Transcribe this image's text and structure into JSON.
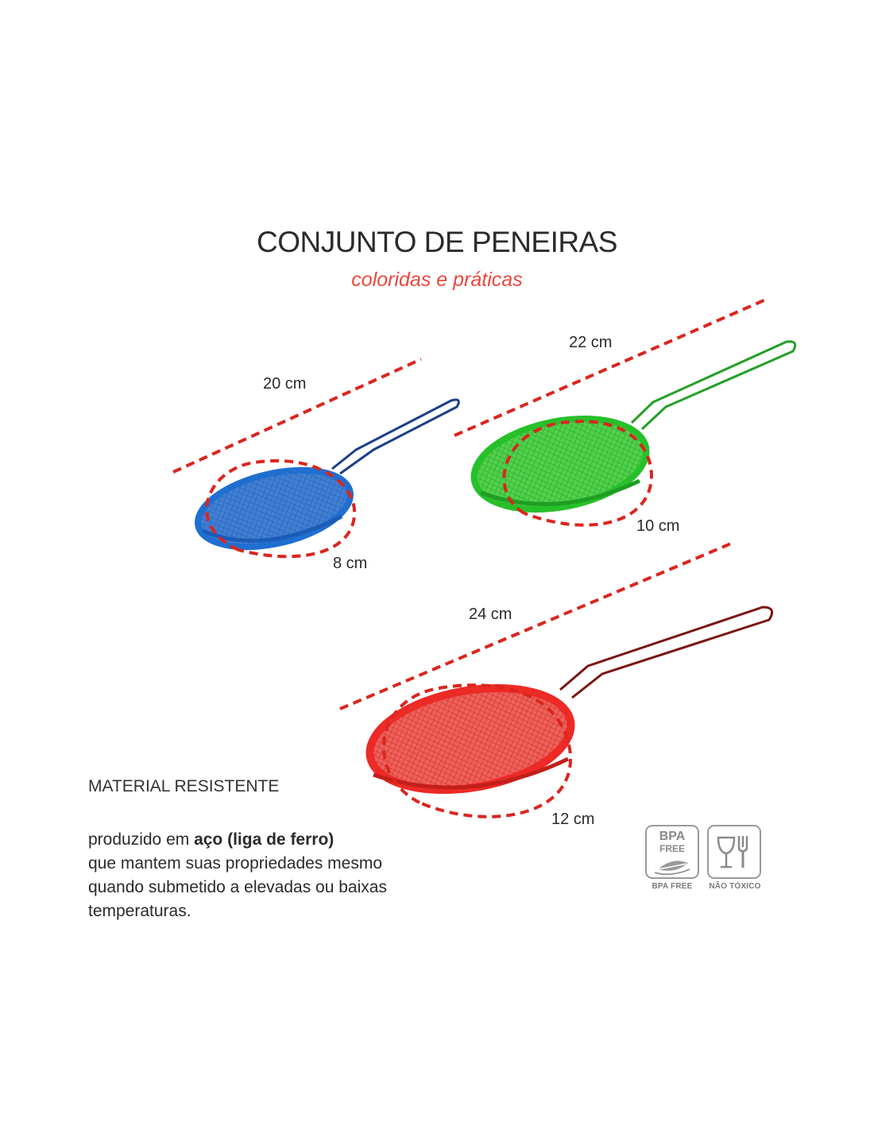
{
  "header": {
    "title": "CONJUNTO DE PENEIRAS",
    "subtitle": "coloridas e práticas"
  },
  "products": [
    {
      "color": "blue",
      "accent": "#1f6fd1",
      "length": "20 cm",
      "diameter": "8 cm"
    },
    {
      "color": "green",
      "accent": "#27c02a",
      "length": "22 cm",
      "diameter": "10 cm"
    },
    {
      "color": "red",
      "accent": "#ec2a26",
      "length": "24 cm",
      "diameter": "12 cm"
    }
  ],
  "material": {
    "title": "MATERIAL RESISTENTE",
    "line1_prefix": "produzido em ",
    "line1_bold": "aço (liga de ferro)",
    "line2": "que mantem suas propriedades mesmo",
    "line3": "quando submetido a elevadas ou baixas",
    "line4": "temperaturas."
  },
  "badges": {
    "bpa_title": "BPA",
    "bpa_sub": "FREE",
    "bpa_caption": "BPA FREE",
    "toxic_caption": "NÃO TÓXICO"
  },
  "colors": {
    "dashed_line": "#d9261f",
    "title_text": "#2b2b2b",
    "subtitle_text": "#e8483f"
  }
}
